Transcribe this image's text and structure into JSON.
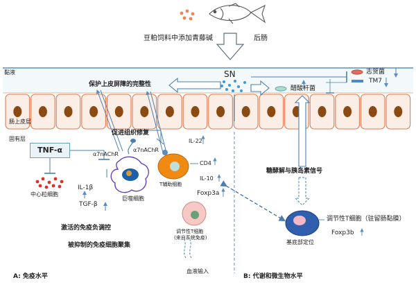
{
  "header": {
    "feed_text": "豆粕饲料中添加青藤碱",
    "hindgut": "后肠"
  },
  "layers": {
    "mucus": "黏液",
    "epithelium": "肠上皮层",
    "lamina": "固有层"
  },
  "center": {
    "sn": "SN",
    "protect": "保护上皮屏障的完整性",
    "repair": "促进组织修复",
    "acetic_bacteria": "醋酸杆菌",
    "zhihe_bacteria": "志贺菌",
    "tm7": "TM7",
    "glyco": "糖酵解与胰岛素信号"
  },
  "immune": {
    "tnf": "TNF-α",
    "neutrophil": "中心粒细胞",
    "a7_left": "α7nAChR",
    "a7_right": "α7nAChR",
    "il1b": "IL-1β",
    "tgfb": "TGF-β",
    "macrophage": "巨噬细胞",
    "il22": "IL-22",
    "cd4": "CD4",
    "il10": "IL-10",
    "th": "T辅助细胞",
    "foxp3a": "Foxp3a",
    "treg_sys_l1": "调节性T细胞",
    "treg_sys_l2": "(来自系统免疫)",
    "blood": "血液输入",
    "treg_res": "调节性T细胞（驻留肠黏膜）",
    "foxp3b": "Foxp3b",
    "basal": "基底部定位",
    "activated": "激活的免疫负调控",
    "suppressed": "被抑制的免疫细胞聚集"
  },
  "footer": {
    "a_label": "A: 免疫水平",
    "b_label": "B: 代谢和微生物水平"
  }
}
